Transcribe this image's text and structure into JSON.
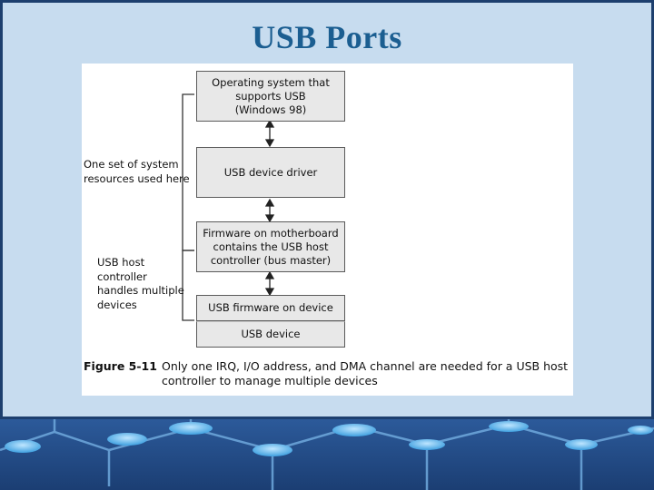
{
  "slide": {
    "title": "USB Ports"
  },
  "diagram": {
    "boxes": {
      "os": "Operating system that\nsupports USB\n(Windows 98)",
      "driver": "USB device driver",
      "firmware_motherboard": "Firmware on motherboard\ncontains the USB host\ncontroller (bus master)",
      "usb_firmware_device": "USB firmware on device",
      "usb_device": "USB device"
    },
    "labels": {
      "system_resources": "One set of system\nresources used here",
      "host_controller": "USB host\ncontroller\nhandles multiple\ndevices"
    }
  },
  "caption": {
    "figure_number": "Figure 5-11",
    "text": "Only one IRQ, I/O address, and DMA channel are needed for a USB host controller to manage multiple devices"
  },
  "colors": {
    "background": "#c7dcef",
    "title": "#1b5e91",
    "border": "#1d3f6e",
    "box_fill": "#e8e8e8"
  }
}
